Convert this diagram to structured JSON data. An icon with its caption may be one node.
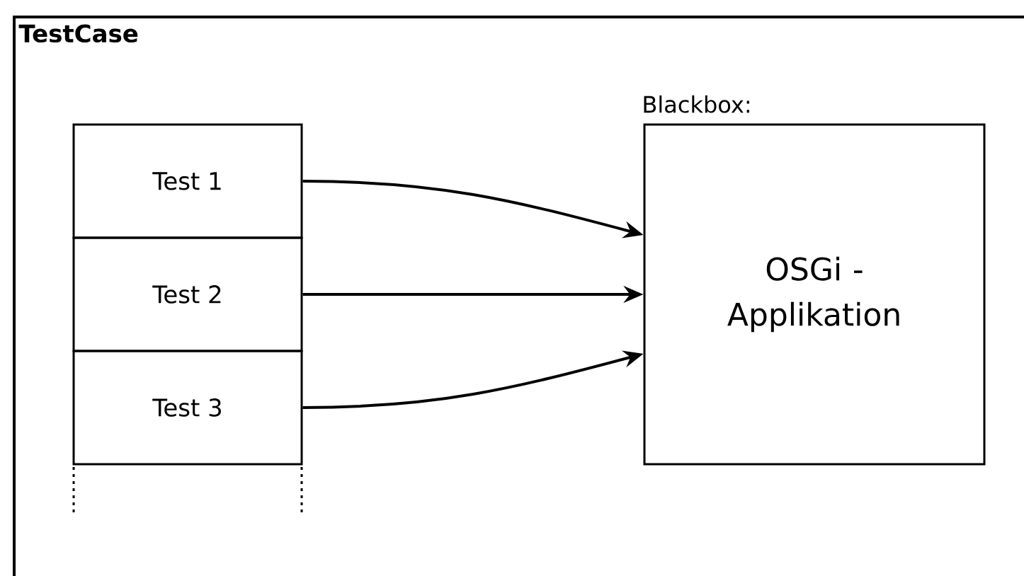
{
  "diagram": {
    "nodes": [
      {
        "text": [
          "TestCase"
        ]
      },
      {
        "text": [
          "Test 1"
        ],
        "in": 0
      },
      {
        "text": [
          "Test 2"
        ],
        "in": 0
      },
      {
        "text": [
          "Test 3"
        ],
        "in": 0
      },
      {
        "text": [
          "Blackbox:",
          "OSGi -Applikation"
        ],
        "in": 0
      }
    ],
    "edges": [
      {
        "from": 1,
        "to": 4,
        "arrow": "to"
      },
      {
        "from": 2,
        "to": 4,
        "arrow": "to"
      },
      {
        "from": 3,
        "to": 4,
        "arrow": "to"
      }
    ]
  }
}
